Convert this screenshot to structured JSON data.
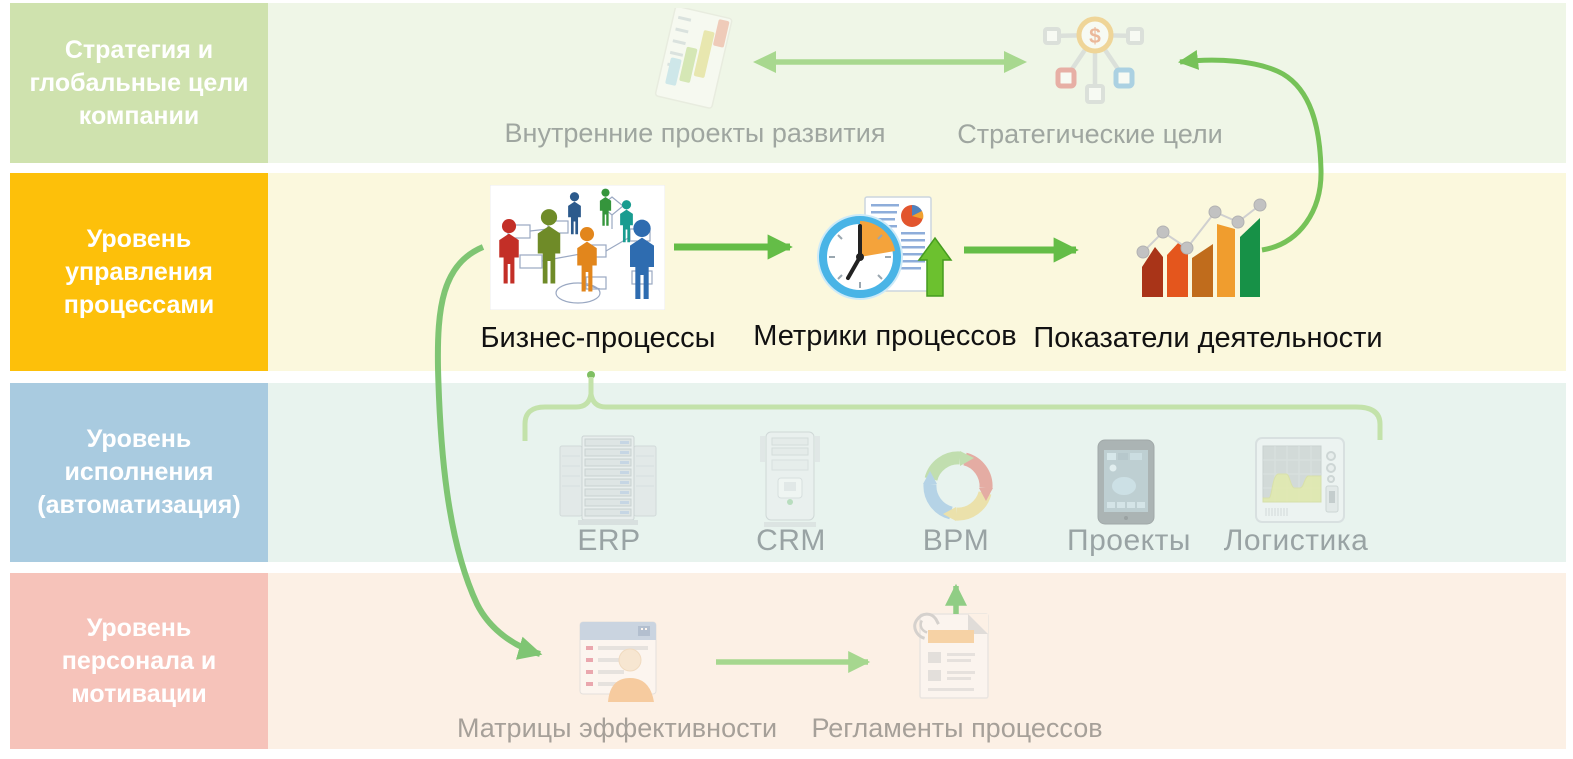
{
  "levels": [
    {
      "label": "Стратегия и глобальные цели компании",
      "block_color": "#cfe2ae",
      "band_color": "#eff6e7"
    },
    {
      "label": "Уровень управления процессами",
      "block_color": "#fdc00a",
      "band_color": "#fbf8dd"
    },
    {
      "label": "Уровень исполнения (автоматизация)",
      "block_color": "#a9cbe0",
      "band_color": "#e8f3ee"
    },
    {
      "label": "Уровень персонала и мотивации",
      "block_color": "#f6c3ba",
      "band_color": "#fcf0e5"
    }
  ],
  "nodes": {
    "internal_projects": {
      "label": "Внутренние проекты развития",
      "icon": "gantt-chart-icon"
    },
    "strategic_goals": {
      "label": "Стратегические цели",
      "icon": "goal-tree-icon"
    },
    "business_processes": {
      "label": "Бизнес-процессы",
      "icon": "process-people-icon"
    },
    "process_metrics": {
      "label": "Метрики процессов",
      "icon": "clock-report-icon"
    },
    "performance_indicators": {
      "label": "Показатели деятельности",
      "icon": "bar-chart-icon"
    },
    "erp": {
      "label": "ERP",
      "icon": "server-rack-icon"
    },
    "crm": {
      "label": "CRM",
      "icon": "server-tower-icon"
    },
    "bpm": {
      "label": "BPM",
      "icon": "cycle-arrows-icon"
    },
    "projects": {
      "label": "Проекты",
      "icon": "tablet-icon"
    },
    "logistics": {
      "label": "Логистика",
      "icon": "oscilloscope-icon"
    },
    "efficiency_matrices": {
      "label": "Матрицы эффективности",
      "icon": "profile-card-icon"
    },
    "process_regulations": {
      "label": "Регламенты процессов",
      "icon": "document-clip-icon"
    }
  },
  "colors": {
    "arrow_bright": "#64bd47",
    "arrow_mid": "#76c258",
    "arrow_curve": "#7fc573",
    "arrow_pale": "#a8d88f",
    "arrow_bracket": "#c3e2aa",
    "arrow_up": "#90cd85",
    "caption_dark": "#111111",
    "caption_gray": "#9aa3a2",
    "level_text": "#ffffff"
  }
}
